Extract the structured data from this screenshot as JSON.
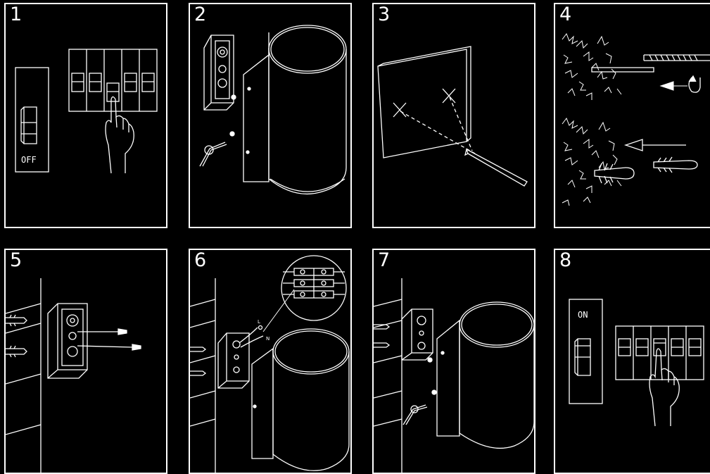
{
  "steps": [
    {
      "number": "1",
      "switch_label": "OFF"
    },
    {
      "number": "2"
    },
    {
      "number": "3"
    },
    {
      "number": "4"
    },
    {
      "number": "5"
    },
    {
      "number": "6",
      "wire_labels": [
        "L",
        "N"
      ]
    },
    {
      "number": "7"
    },
    {
      "number": "8",
      "switch_label": "ON"
    }
  ]
}
